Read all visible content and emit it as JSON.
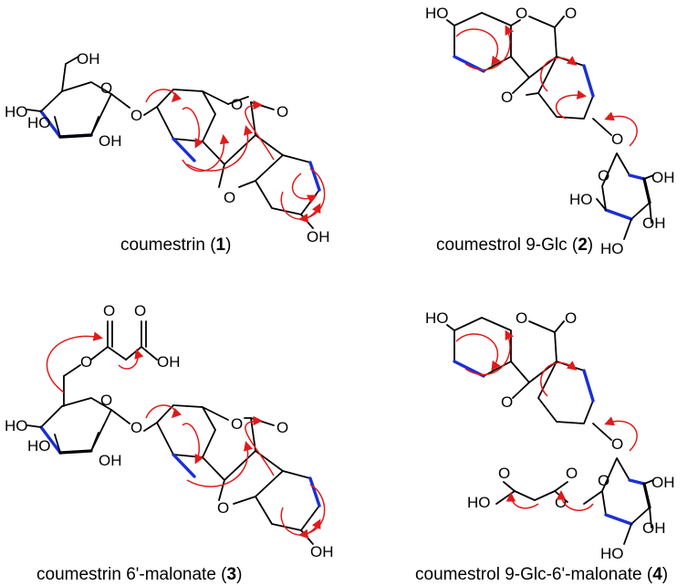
{
  "colors": {
    "bond": "#000000",
    "highlight_bond": "#1a2fd6",
    "correlation_arrow": "#e11a1a"
  },
  "captions": [
    {
      "text": "coumestrin (",
      "num": "1",
      "end": ")"
    },
    {
      "text": "coumestrol 9-Glc (",
      "num": "2",
      "end": ")"
    },
    {
      "text": "coumestrin 6'-malonate (",
      "num": "3",
      "end": ")"
    },
    {
      "text": "coumestrol 9-Glc-6'-malonate (",
      "num": "4",
      "end": ")"
    }
  ],
  "labels": {
    "O": "O",
    "OH": "OH",
    "HO": "HO"
  }
}
